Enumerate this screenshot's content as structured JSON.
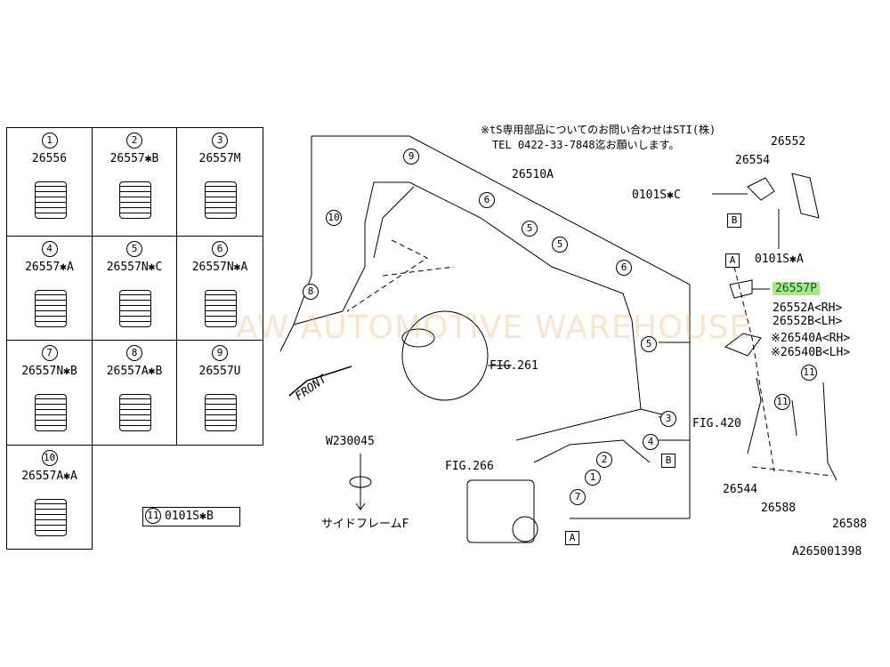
{
  "note": {
    "line1": "※tS専用部品についてのお問い合わせはSTI(株)",
    "line2": "TEL 0422-33-7848迄お願いします。"
  },
  "table": [
    {
      "n": "1",
      "pn": "26556"
    },
    {
      "n": "2",
      "pn": "26557✱B"
    },
    {
      "n": "3",
      "pn": "26557M"
    },
    {
      "n": "4",
      "pn": "26557✱A"
    },
    {
      "n": "5",
      "pn": "26557N✱C"
    },
    {
      "n": "6",
      "pn": "26557N✱A"
    },
    {
      "n": "7",
      "pn": "26557N✱B"
    },
    {
      "n": "8",
      "pn": "26557A✱B"
    },
    {
      "n": "9",
      "pn": "26557U"
    },
    {
      "n": "10",
      "pn": "26557A✱A"
    }
  ],
  "bolt": {
    "n": "11",
    "pn": "0101S✱B"
  },
  "labels": {
    "p26510A": "26510A",
    "fig261": "FIG.261",
    "fig266": "FIG.266",
    "fig420": "FIG.420",
    "front": "FRONT",
    "w230045": "W230045",
    "frame": "サイドフレームF",
    "p26552": "26552",
    "p26554": "26554",
    "p0101SC": "0101S✱C",
    "p0101SA": "0101S✱A",
    "p26557P": "26557P",
    "p26552A": "26552A<RH>",
    "p26552B": "26552B<LH>",
    "p26540A": "※26540A<RH>",
    "p26540B": "※26540B<LH>",
    "p26544": "26544",
    "p26588a": "26588",
    "p26588b": "26588",
    "ref": "A265001398",
    "boxA": "A",
    "boxB": "B",
    "c9": "9",
    "c10": "10",
    "c8": "8",
    "c6": "6",
    "c5": "5",
    "c3": "3",
    "c4": "4",
    "c2": "2",
    "c1": "1",
    "c7": "7",
    "c11": "11"
  },
  "watermark": {
    "logo": "AW",
    "text": "AUTOMOTIVE WAREHOUSE"
  },
  "colors": {
    "highlight": "#a6e88a"
  }
}
